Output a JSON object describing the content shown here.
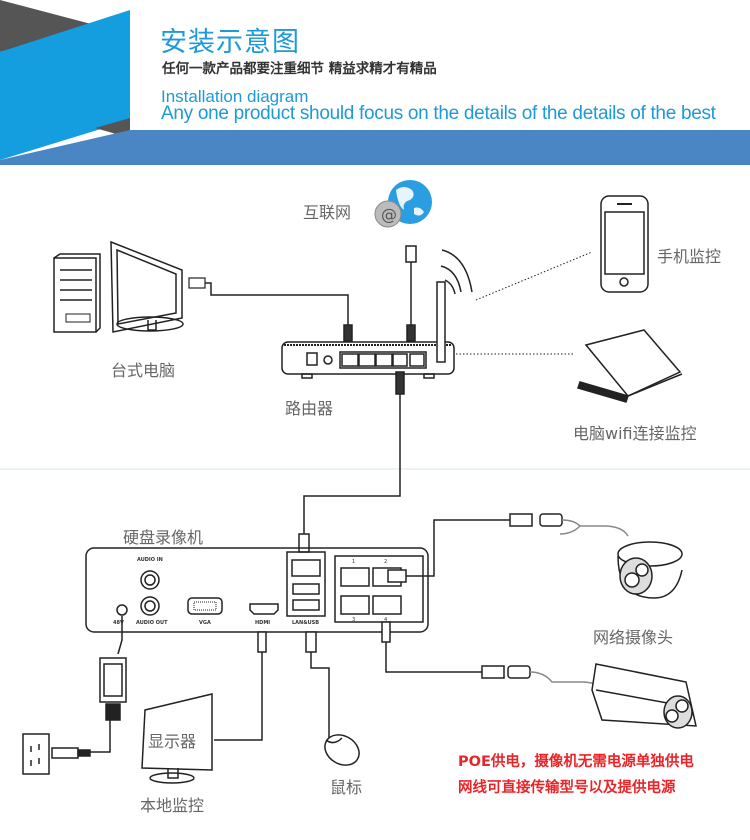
{
  "header": {
    "title_cn": "安装示意图",
    "subtitle_cn": "任何一款产品都要注重细节 精益求精才有精品",
    "title_en": "Installation diagram",
    "subtitle_en": "Any one product should focus on the details of the details of the best",
    "colors": {
      "accent": "#1e9ad6",
      "band": "#4a86c4",
      "dark": "#555555"
    }
  },
  "network": {
    "internet_label": "互联网",
    "desktop_label": "台式电脑",
    "router_label": "路由器",
    "phone_label": "手机监控",
    "laptop_label": "电脑wifi连接监控",
    "internet_icon": "globe-at-icon"
  },
  "nvr": {
    "label": "硬盘录像机",
    "ports": {
      "audio_in": "AUDIO IN",
      "audio_out": "AUDIO OUT",
      "power": "48V",
      "vga": "VGA",
      "hdmi": "HDMI",
      "lan_usb": "LAN&USB",
      "poe_numbers": [
        "1",
        "2",
        "3",
        "4"
      ]
    }
  },
  "local": {
    "monitor_screen_label": "显示器",
    "monitor_label": "本地监控",
    "mouse_label": "鼠标",
    "camera_label": "网络摄像头"
  },
  "notes": {
    "line1": "POE供电，摄像机无需电源单独供电",
    "line2": "网线可直接传输型号以及提供电源",
    "color": "#e8262a"
  }
}
